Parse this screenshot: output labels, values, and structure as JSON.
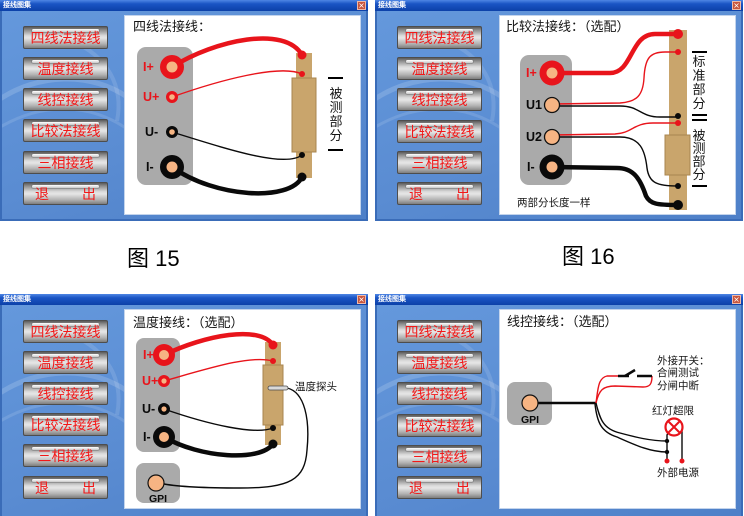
{
  "window_controls": {
    "close_icon": "close-icon",
    "close_glyph": "×"
  },
  "menu": {
    "items": [
      {
        "label": "四线法接线"
      },
      {
        "label": "温度接线"
      },
      {
        "label": "线控接线"
      },
      {
        "label": "比较法接线"
      },
      {
        "label": "三相接线"
      },
      {
        "label": "退 出"
      }
    ]
  },
  "windows": [
    {
      "title": "接线图集",
      "panel": {
        "heading": "四线法接线：",
        "terminals": [
          "I+",
          "U+",
          "U-",
          "I-"
        ],
        "side_label": "被测部分"
      }
    },
    {
      "title": "接线图集",
      "panel": {
        "heading": "比较法接线：（选配）",
        "terminals": [
          "I+",
          "U1",
          "U2",
          "I-"
        ],
        "side_labels": [
          "标准部分",
          "被测部分"
        ],
        "note": "两部分长度一样"
      }
    },
    {
      "title": "接线图集",
      "panel": {
        "heading": "温度接线：（选配）",
        "terminals": [
          "I+",
          "U+",
          "U-",
          "I-"
        ],
        "gpi_label": "GPI",
        "probe_label": "温度探头"
      }
    },
    {
      "title": "接线图集",
      "panel": {
        "heading": "线控接线：（选配）",
        "gpi_label": "GPI",
        "switch_label_lines": [
          "外接开关：",
          "合闸测试",
          "分闸中断"
        ],
        "lamp_label": "红灯超限",
        "power_label": "外部电源"
      }
    }
  ],
  "captions": [
    "图 15",
    "图 16"
  ],
  "colors": {
    "window_blue": "#5a8cd2",
    "button_label_red": "#f21818",
    "wire_red": "#e8141b",
    "wire_black": "#0a0a0a",
    "terminal_core": "#f6b483",
    "terminal_block_grey": "#aaaaaa",
    "sample_tan": "#c9a56c"
  }
}
